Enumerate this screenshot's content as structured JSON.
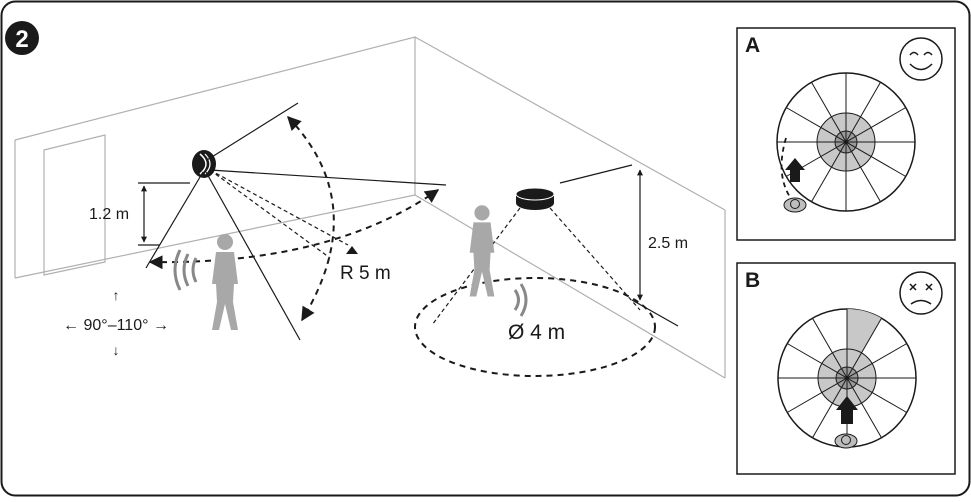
{
  "step_number": "2",
  "labels": {
    "wall_height": "1.2 m",
    "ceiling_height": "2.5 m",
    "radius": "R 5 m",
    "diameter": "Ø 4 m",
    "angle_up_arrow": "↑",
    "angle_range": "←  90°–110° →",
    "angle_down_arrow": "↓"
  },
  "panels": [
    {
      "letter": "A",
      "face": "smiling-face-icon",
      "verdict": "correct"
    },
    {
      "letter": "B",
      "face": "crossed-eyes-face-icon",
      "verdict": "incorrect"
    }
  ],
  "colors": {
    "line": "#1a1a1a",
    "person": "#a8a8a8",
    "zone_inner": "#9a9a9a",
    "zone_mid": "#c8c8c8"
  }
}
